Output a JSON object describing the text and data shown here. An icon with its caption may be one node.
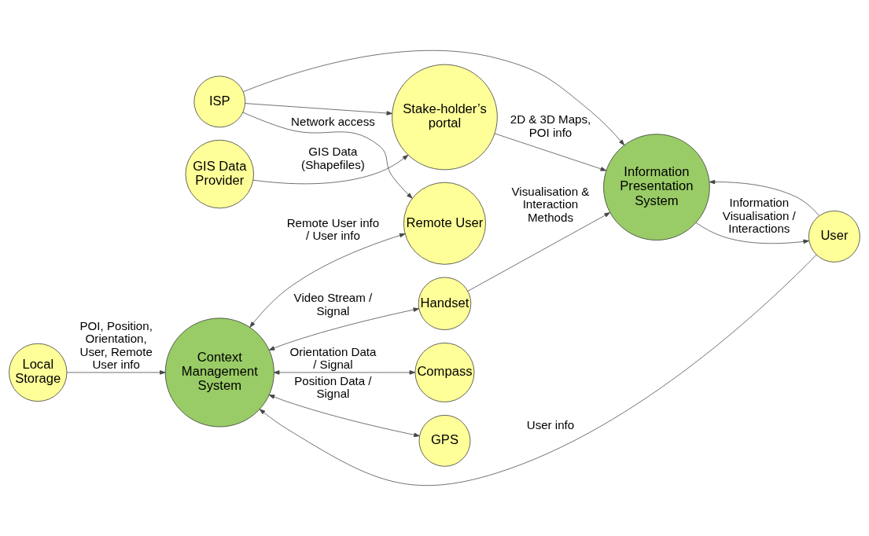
{
  "diagram": {
    "nodes": [
      {
        "text": [
          "Compass"
        ]
      },
      {
        "text": [
          "GPS"
        ]
      },
      {
        "text": [
          "Handset"
        ]
      },
      {
        "text": [
          "Local Storage"
        ]
      },
      {
        "text": [
          "ISP"
        ]
      },
      {
        "text": [
          "User"
        ]
      },
      {
        "text": [
          "Remote User"
        ]
      },
      {
        "text": [
          "Information Presentation System"
        ]
      },
      {
        "text": [
          "Context Management System"
        ]
      },
      {
        "text": [
          "Stake-holder’s portal"
        ]
      },
      {
        "text": [
          "GIS Data Provider"
        ]
      }
    ],
    "edges": [
      {
        "from": 8,
        "to": 0,
        "arrow": "both",
        "label": "Orientation Data / Signal"
      },
      {
        "from": 8,
        "to": 1,
        "arrow": "both",
        "label": "Position Data / Signal"
      },
      {
        "from": 2,
        "to": 7,
        "arrow": "to",
        "label": "Visualisation & Interaction Methods"
      },
      {
        "from": 8,
        "to": 2,
        "arrow": "both",
        "label": "Video Stream / Signal"
      },
      {
        "from": 3,
        "to": 8,
        "arrow": "to",
        "label": "POI, Position, Orientation, User, Remote User info"
      },
      {
        "from": 4,
        "to": 6,
        "arrow": "to",
        "label": "Network access"
      },
      {
        "from": 4,
        "to": 7,
        "arrow": "to"
      },
      {
        "from": 4,
        "to": 9,
        "arrow": "to"
      },
      {
        "from": 5,
        "to": 8,
        "arrow": "to",
        "label": "User info"
      },
      {
        "from": 7,
        "to": 5,
        "arrow": "to",
        "label": "Information Visualisation / Interactions"
      },
      {
        "from": 5,
        "to": 7,
        "arrow": "to"
      },
      {
        "from": 8,
        "to": 6,
        "arrow": "both",
        "label": "Remote User info / User info"
      },
      {
        "from": 9,
        "to": 7,
        "arrow": "to",
        "label": "2D & 3D Maps, POI info"
      },
      {
        "from": 10,
        "to": 9,
        "arrow": "to",
        "label": "GIS Data (Shapefiles)"
      }
    ]
  }
}
